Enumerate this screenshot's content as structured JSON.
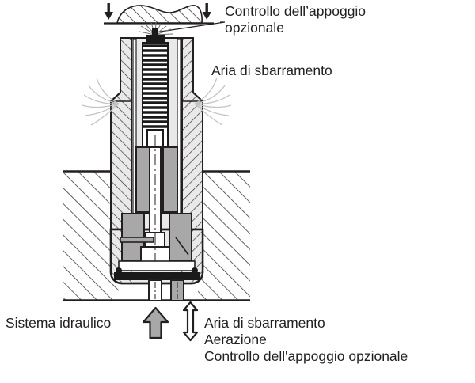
{
  "diagram": {
    "title_alt": "Sezione di un elemento di appoggio idraulico",
    "labels": {
      "top_callout_line1": "Controllo dell’appoggio",
      "top_callout_line2": "opzionale",
      "sealing_air": "Aria di sbarramento",
      "hydraulic_system": "Sistema idraulico",
      "bottom_line1": "Aria di sbarramento",
      "bottom_line2": "Aerazione",
      "bottom_line3": "Controllo dell'appoggio opzionale"
    },
    "icons": {
      "workpiece_force_left": "arrow-down-icon",
      "workpiece_force_right": "arrow-down-icon",
      "hydraulic_flow": "arrow-up-filled-icon",
      "air_flow": "arrow-up-down-outline-icon",
      "spray_left": "air-jet-icon",
      "spray_right": "air-jet-icon",
      "leader": "callout-leader-line"
    },
    "colors": {
      "line": "#231f20",
      "text": "#231f20",
      "hatch": "#3a3a3a",
      "body_fill": "#e9e9e9",
      "piston_fill": "#a8a8a8",
      "spring_dark": "#1a1a1a",
      "spray": "#c9c9c9",
      "arrow_fill": "#a8a8a8",
      "white": "#ffffff"
    }
  }
}
